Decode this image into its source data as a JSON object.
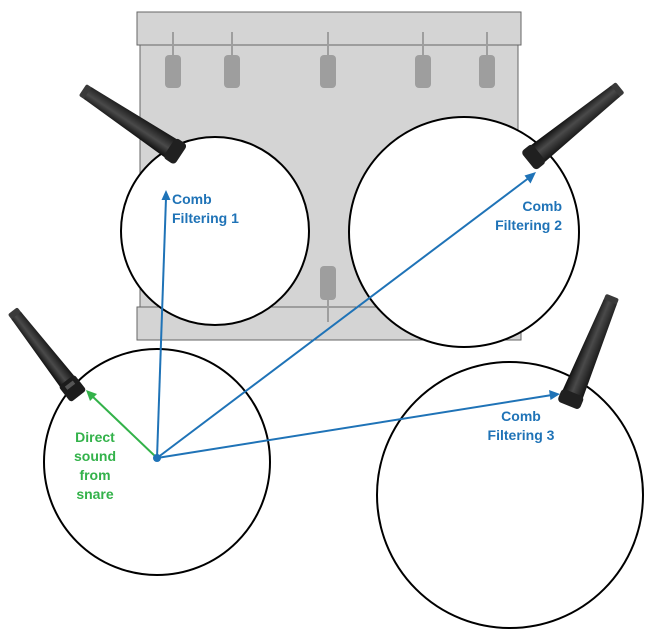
{
  "colors": {
    "reflection": "#1f73b7",
    "direct": "#33b24a",
    "kit_fill": "#d4d4d4",
    "kit_stroke": "#666666",
    "lug": "#9e9e9e",
    "mic_body": "#222222",
    "drum_stroke": "#000000"
  },
  "labels": {
    "comb1": [
      "Comb",
      "Filtering 1"
    ],
    "comb2": [
      "Comb",
      "Filtering 2"
    ],
    "comb3": [
      "Comb",
      "Filtering 3"
    ],
    "direct": [
      "Direct",
      "sound",
      "from",
      "snare"
    ]
  },
  "elements": {
    "drum_kit_outline": "drum kit / cymbal stand seen from above",
    "microphones": [
      "mic-1",
      "mic-2",
      "mic-3",
      "snare-mic"
    ],
    "drums": [
      "tom-1",
      "tom-2",
      "snare",
      "floor-tom"
    ],
    "source": "snare sound source"
  }
}
